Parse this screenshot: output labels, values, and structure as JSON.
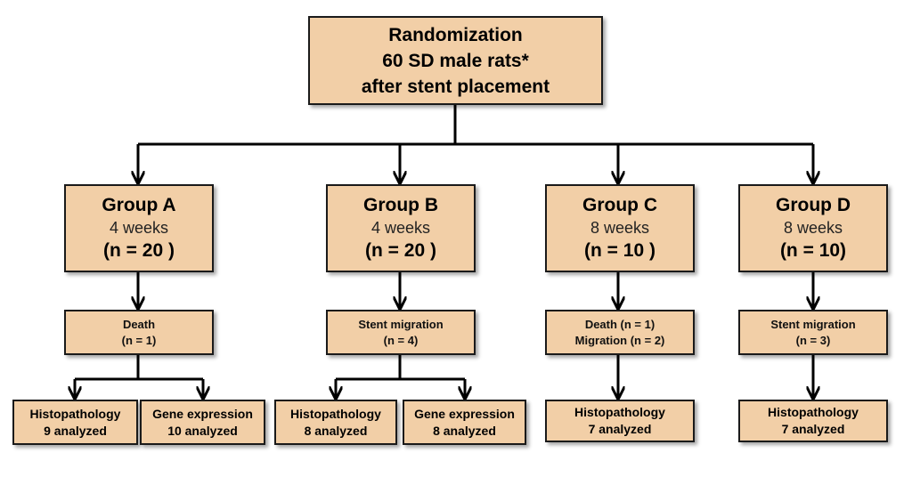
{
  "root": {
    "line1": "Randomization",
    "line2": "60 SD male rats*",
    "line3": "after stent placement"
  },
  "groups": [
    {
      "name": "Group A",
      "duration": "4 weeks",
      "n": "(n = 20 )",
      "event": [
        "Death",
        "(n = 1)"
      ],
      "leaves": [
        [
          "Histopathology",
          "9 analyzed"
        ],
        [
          "Gene expression",
          "10 analyzed"
        ]
      ]
    },
    {
      "name": "Group B",
      "duration": "4 weeks",
      "n": "(n = 20 )",
      "event": [
        "Stent migration",
        "(n = 4)"
      ],
      "leaves": [
        [
          "Histopathology",
          "8 analyzed"
        ],
        [
          "Gene expression",
          "8 analyzed"
        ]
      ]
    },
    {
      "name": "Group C",
      "duration": "8 weeks",
      "n": "(n = 10 )",
      "event": [
        "Death (n = 1)",
        "Migration (n = 2)"
      ],
      "leaves": [
        [
          "Histopathology",
          "7 analyzed"
        ]
      ]
    },
    {
      "name": "Group D",
      "duration": "8 weeks",
      "n": "(n = 10)",
      "event": [
        "Stent migration",
        "(n = 3)"
      ],
      "leaves": [
        [
          "Histopathology",
          "7 analyzed"
        ]
      ]
    }
  ]
}
